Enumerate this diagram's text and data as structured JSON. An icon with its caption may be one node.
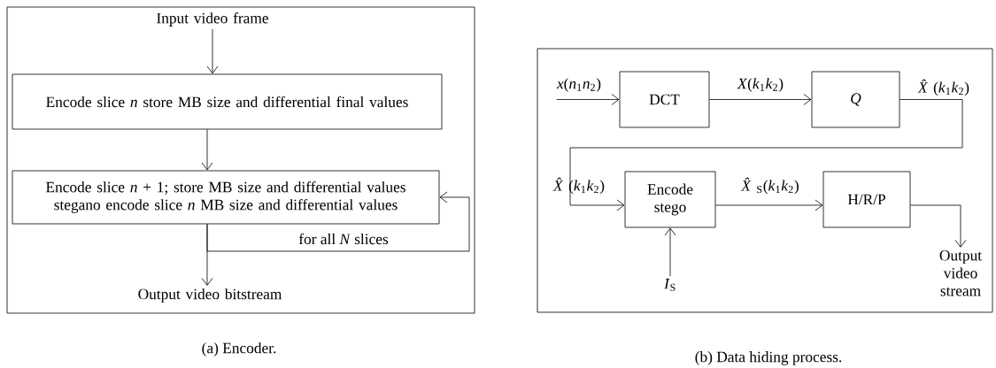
{
  "diagram": {
    "nodes": [
      {
        "text": [],
        "shape": "box"
      },
      {
        "text": [
          "Input video frame"
        ],
        "in": 0
      },
      {
        "text": [
          "Encode slice *n* store MB size and differential final values"
        ],
        "in": 0
      },
      {
        "text": [
          "Encode slice *n* + 1; store MB size and differential values stegano encode slice *n* MB size and differential values"
        ],
        "in": 0
      },
      {
        "text": [
          "Output video bitstream"
        ],
        "in": 0
      },
      {
        "text": [],
        "shape": "box"
      },
      {
        "text": [
          "DCT"
        ],
        "in": 5
      },
      {
        "text": [
          "*Q*"
        ],
        "in": 5
      },
      {
        "text": [
          "Encode stego"
        ],
        "in": 5
      },
      {
        "text": [
          "H/R/P"
        ],
        "in": 5
      },
      {
        "text": [
          "*I*$_{S}$"
        ],
        "in": 5
      },
      {
        "text": [
          "Output video stream"
        ],
        "in": 5
      }
    ],
    "edges": [
      {
        "from": 1,
        "to": 2,
        "arrow": "to"
      },
      {
        "from": 2,
        "to": 3,
        "arrow": "to"
      },
      {
        "from": 3,
        "to": 3,
        "arrow": "to",
        "label": "for all *N* slices"
      },
      {
        "from": 3,
        "to": 4,
        "arrow": "to"
      },
      {
        "from": null,
        "to": 6,
        "arrow": "to",
        "label": "*x*(*n*$_{1}$*n*$_{2}$)"
      },
      {
        "from": 6,
        "to": 7,
        "arrow": "to",
        "label": "*X*(*k*$_{1}$*k*$_{2}$)"
      },
      {
        "from": 7,
        "to": 8,
        "arrow": "to",
        "label": "*X̂*(*k*$_{1}$*k*$_{2}$)"
      },
      {
        "from": 8,
        "to": 9,
        "arrow": "to",
        "label": "*X̂*$_{S}$(*k*$_{1}$*k*$_{2}$)"
      },
      {
        "from": 10,
        "to": 8,
        "arrow": "to"
      },
      {
        "from": 9,
        "to": 11,
        "arrow": "to"
      }
    ],
    "labels": [
      "*X̂*(*k*$_{1}$*k*$_{2}$)",
      "(a) Encoder.",
      "(b) Data hiding process."
    ]
  }
}
